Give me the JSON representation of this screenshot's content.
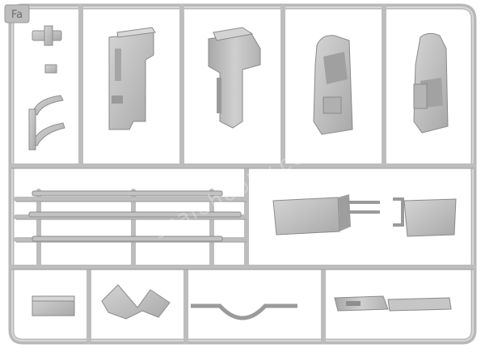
{
  "photo": {
    "subject": "plastic model kit sprue",
    "colors": {
      "background": "#ffffff",
      "sprue": "#c9c9c9",
      "sprue_shadow": "#9d9d9d",
      "part": "#bdbdbd",
      "part_dark": "#8e8e8e",
      "part_light": "#d6d6d6"
    }
  },
  "sprue_tag": {
    "label": "Fa"
  },
  "watermark": {
    "text": "scalehobby.com"
  }
}
